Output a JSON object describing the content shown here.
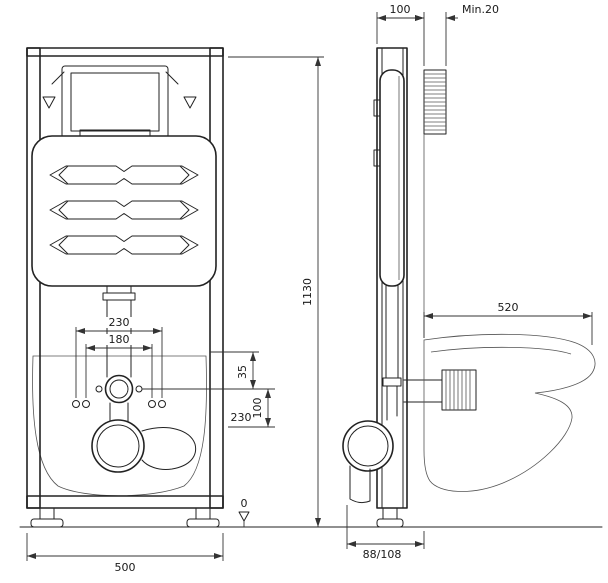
{
  "front_view": {
    "height": "1130",
    "width": "500",
    "stud_spacing_outer": "230",
    "stud_spacing_inner": "180",
    "offset_35": "35",
    "offset_230": "230",
    "offset_100": "100",
    "floor_level": "0"
  },
  "side_view": {
    "frame_depth": "100",
    "min_wall": "Min.20",
    "bowl_depth": "520",
    "outlet_offset": "88/108"
  }
}
